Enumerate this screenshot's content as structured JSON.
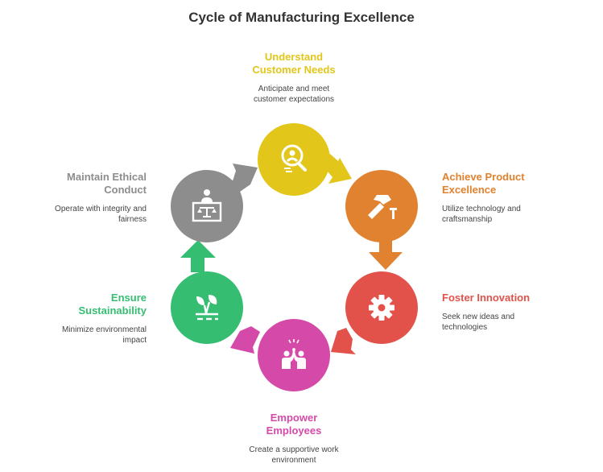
{
  "title": "Cycle of Manufacturing Excellence",
  "steps": [
    {
      "id": "understand",
      "title": [
        "Understand",
        "Customer Needs"
      ],
      "desc": [
        "Anticipate and meet",
        "customer expectations"
      ],
      "color": "#e2c61a",
      "icon": "magnifier-person-icon"
    },
    {
      "id": "achieve",
      "title": [
        "Achieve Product",
        "Excellence"
      ],
      "desc": [
        "Utilize technology and",
        "craftsmanship"
      ],
      "color": "#e0822f",
      "icon": "hammer-icon"
    },
    {
      "id": "innovation",
      "title": [
        "Foster Innovation"
      ],
      "desc": [
        "Seek new ideas and",
        "technologies"
      ],
      "color": "#e2524a",
      "icon": "gear-icon"
    },
    {
      "id": "empower",
      "title": [
        "Empower",
        "Employees"
      ],
      "desc": [
        "Create a supportive work",
        "environment"
      ],
      "color": "#d54aa9",
      "icon": "high-five-icon"
    },
    {
      "id": "sustain",
      "title": [
        "Ensure",
        "Sustainability"
      ],
      "desc": [
        "Minimize environmental",
        "impact"
      ],
      "color": "#35bd72",
      "icon": "plant-icon"
    },
    {
      "id": "ethics",
      "title": [
        "Maintain Ethical",
        "Conduct"
      ],
      "desc": [
        "Operate with integrity and",
        "fairness"
      ],
      "color": "#8d8d8d",
      "icon": "judge-scales-icon"
    }
  ]
}
